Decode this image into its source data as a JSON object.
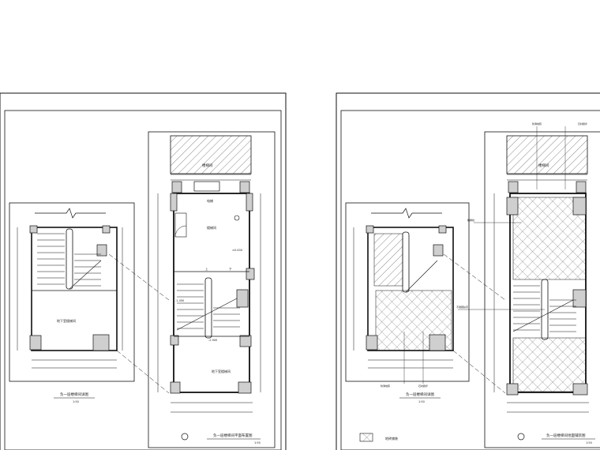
{
  "left_sheet": {
    "main_plan": {
      "room_label": "楼梯间",
      "upper_room_label": "楼梯间",
      "elevator_label": "电梯",
      "floor_label": "地下室楼梯间",
      "up_label": "上",
      "down_label": "下",
      "level_labels": [
        "±0.000",
        "-1.450",
        "-2.900"
      ],
      "title": "负一层楼梯间平面布置图",
      "scale": "1:50"
    },
    "detail_plan": {
      "floor_label": "地下室楼梯间",
      "title": "负一层楼梯间详图",
      "scale": "1:50"
    }
  },
  "right_sheet": {
    "main_plan": {
      "room_label": "楼梯间",
      "title": "负一层楼梯间地面铺装图",
      "scale": "1:50",
      "annotations": [
        "防滑地砖",
        "石材踏步",
        "踢脚线",
        "不锈钢扶手"
      ]
    },
    "detail_plan": {
      "title": "负一层楼梯间详图",
      "scale": "1:50",
      "annotations": [
        "防滑地砖",
        "石材踏步"
      ]
    },
    "legend": {
      "label": "地砖铺装"
    }
  },
  "colors": {
    "line": "#111111",
    "hatch": "#444444",
    "column_fill": "#cfcfcf"
  }
}
